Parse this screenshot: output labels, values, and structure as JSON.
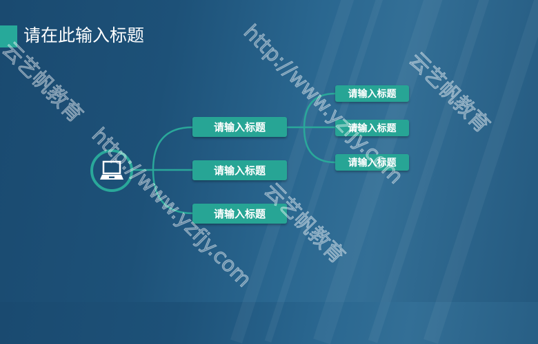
{
  "slide": {
    "title": "请在此输入标题"
  },
  "diagram": {
    "center_icon": "laptop-icon",
    "main_nodes": [
      "请输入标题",
      "请输入标题",
      "请输入标题"
    ],
    "sub_nodes": [
      "请输入标题",
      "请输入标题",
      "请输入标题"
    ]
  },
  "watermark": {
    "url": "http://www.yzfjy.com",
    "brand": "云艺帆教育"
  },
  "colors": {
    "accent": "#27a595",
    "background": "#1d5178"
  }
}
